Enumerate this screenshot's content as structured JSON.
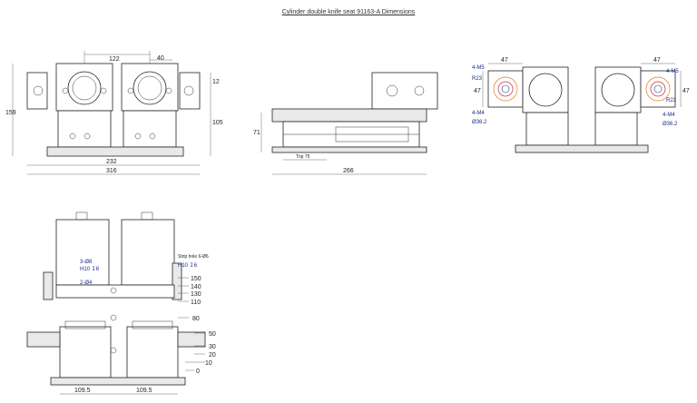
{
  "title": "Cylinder double knife seat 91163-A Dimensions",
  "view1": {
    "dim_top_a": "122",
    "dim_top_b": "40",
    "dim_left": "159",
    "dim_right_a": "12",
    "dim_right_b": "105",
    "dim_bottom_a": "232",
    "dim_bottom_b": "316"
  },
  "view2": {
    "dim_left": "71",
    "dim_trip": "Trip 75",
    "dim_bottom": "266"
  },
  "view3": {
    "dim_l_top": "47",
    "dim_l_side": "47",
    "dim_l_m5": "4-M5",
    "dim_l_r": "R23",
    "dim_l_m4": "4-M4",
    "dim_l_dia": "Ø36.2",
    "dim_r_top": "47",
    "dim_r_side": "47",
    "dim_r_m5": "4-M5",
    "dim_r_r": "R23",
    "dim_r_m4": "4-M4",
    "dim_r_dia": "Ø36.2"
  },
  "view4": {
    "note_a1": "3-Ø8",
    "note_a2": "H10 ↧6",
    "note_b": "2-Ø4",
    "note_c1": "Strip hole 6-Ø6",
    "note_c2": "H10 ↧6",
    "lvl": [
      "150",
      "140",
      "130",
      "110",
      "80",
      "50",
      "30",
      "20",
      "10",
      "0"
    ],
    "dim_bottom_a": "109.5",
    "dim_bottom_b": "109.5"
  }
}
